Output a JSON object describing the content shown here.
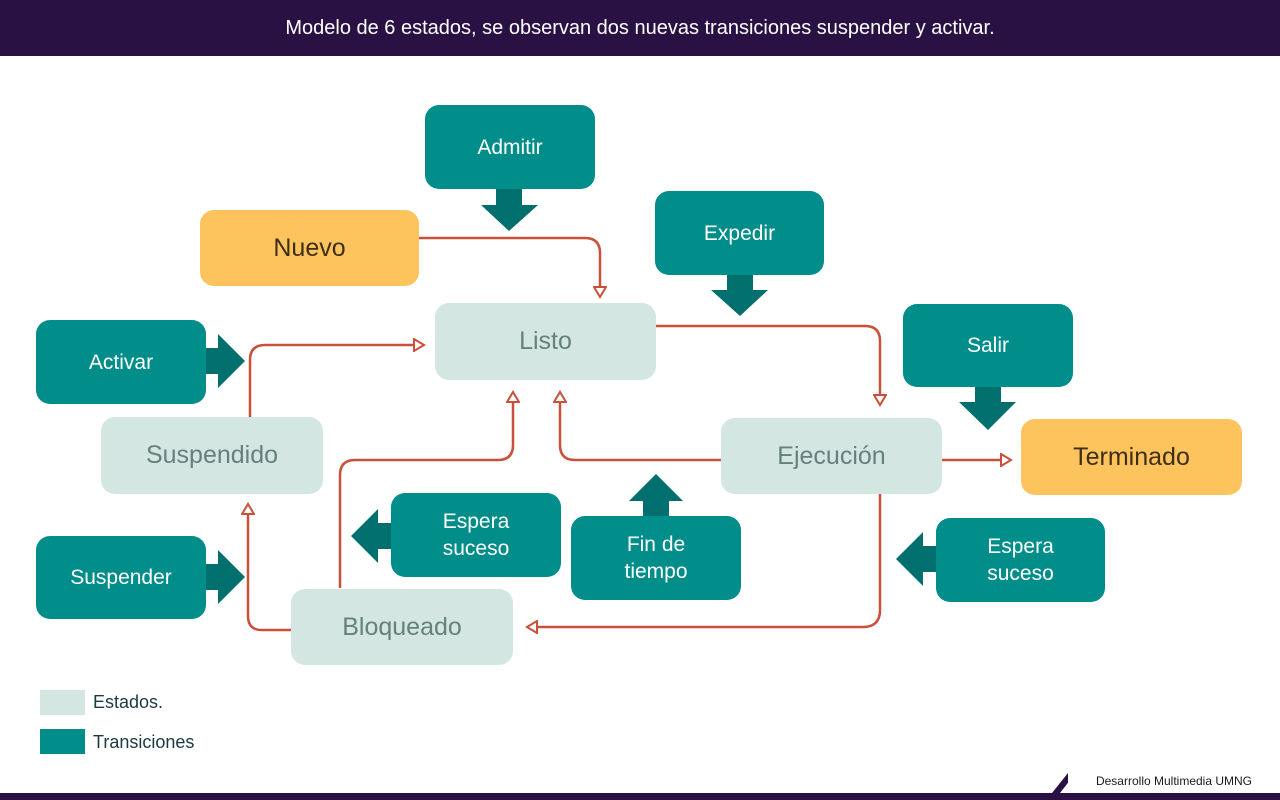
{
  "header": {
    "caption": "Modelo de 6 estados, se observan dos nuevas transiciones suspender y activar."
  },
  "states": {
    "nuevo": "Nuevo",
    "listo": "Listo",
    "suspendido": "Suspendido",
    "ejecucion": "Ejecución",
    "terminado": "Terminado",
    "bloqueado": "Bloqueado"
  },
  "transitions": {
    "admitir": "Admitir",
    "expedir": "Expedir",
    "activar": "Activar",
    "salir": "Salir",
    "espera_suceso_left_1": "Espera",
    "espera_suceso_left_2": "suceso",
    "fin_tiempo_1": "Fin de",
    "fin_tiempo_2": "tiempo",
    "espera_suceso_right_1": "Espera",
    "espera_suceso_right_2": "suceso",
    "suspender": "Suspender"
  },
  "legend": {
    "estados": "Estados.",
    "transiciones": "Transiciones"
  },
  "footer": {
    "label": "Desarrollo Multimedia UMNG"
  },
  "colors": {
    "header_bg": "#2a1143",
    "state_bg": "#d3e6e2",
    "state_final_bg": "#fdc45e",
    "transition_bg": "#018d8a",
    "transition_arrow": "#016f6d",
    "connector": "#c9503a"
  }
}
